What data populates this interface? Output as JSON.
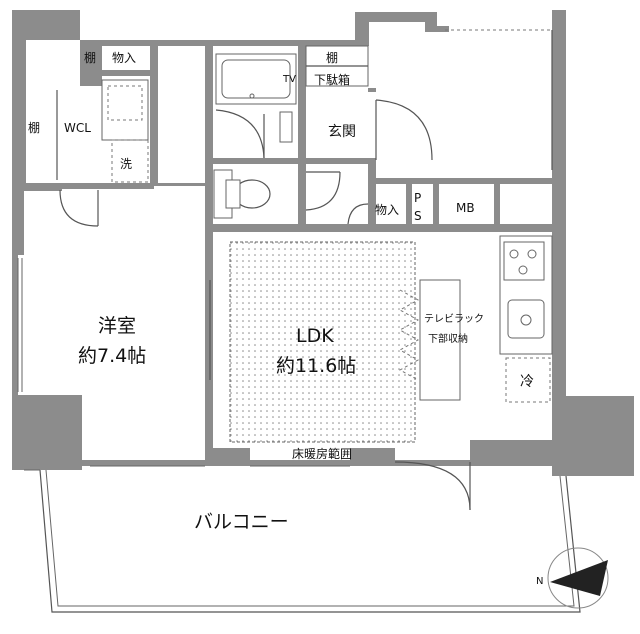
{
  "rooms": {
    "western_room": {
      "name": "洋室",
      "size": "約7.4帖"
    },
    "ldk": {
      "name": "LDK",
      "size": "約11.6帖"
    },
    "balcony": "バルコニー",
    "entrance": "玄関",
    "wcl": "WCL",
    "shelf_wcl": "棚",
    "shelf_top": "棚",
    "storage_top": "物入",
    "storage_mid": "物入",
    "washer": "洗",
    "shelf_entrance": "棚",
    "shoe_cabinet": "下駄箱",
    "ps": "PS",
    "ps_p": "P",
    "ps_s": "S",
    "mb": "MB",
    "fridge": "冷",
    "tv": "TV"
  },
  "annotations": {
    "tv_rack_line1": "テレビラック",
    "tv_rack_line2": "下部収納",
    "floor_heating": "床暖房範囲"
  },
  "compass": {
    "north_label": "N"
  },
  "colors": {
    "wall": "#8c8c8c",
    "line": "#555555",
    "hatch": "#888888"
  }
}
